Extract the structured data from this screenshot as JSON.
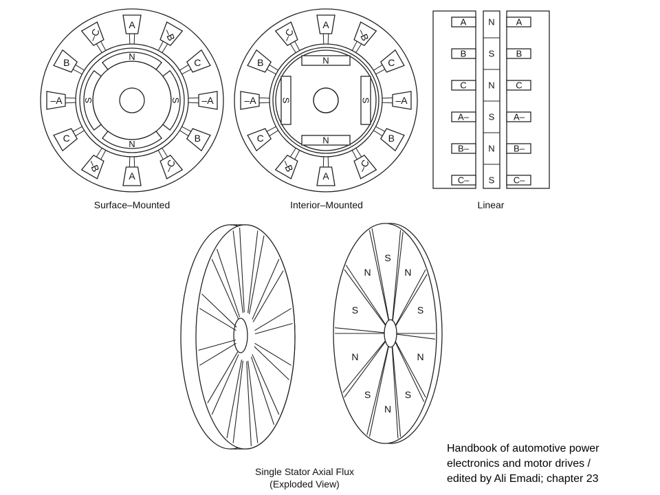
{
  "surface": {
    "label": "Surface–Mounted",
    "slots": [
      "A",
      "–B",
      "C",
      "–A",
      "B",
      "–C",
      "A",
      "–B",
      "C",
      "–A",
      "B",
      "–C"
    ],
    "magnets": [
      "N",
      "S",
      "N",
      "S"
    ]
  },
  "interior": {
    "label": "Interior–Mounted",
    "slots": [
      "A",
      "–B",
      "C",
      "–A",
      "B",
      "–C",
      "A",
      "–B",
      "C",
      "–A",
      "B",
      "–C"
    ],
    "magnets": [
      "N",
      "S",
      "N",
      "S"
    ]
  },
  "linear": {
    "label": "Linear",
    "left": [
      "A",
      "B",
      "C",
      "A–",
      "B–",
      "C–"
    ],
    "center": [
      "N",
      "S",
      "N",
      "S",
      "N",
      "S"
    ],
    "right": [
      "A",
      "B",
      "C",
      "A–",
      "B–",
      "C–"
    ]
  },
  "axial": {
    "label_line1": "Single Stator Axial Flux",
    "label_line2": "(Exploded View)",
    "rotor_poles": [
      "S",
      "N",
      "S",
      "N",
      "S",
      "N",
      "S",
      "N",
      "S",
      "N"
    ]
  },
  "caption": {
    "line1": "Handbook of automotive power",
    "line2": "electronics and motor drives /",
    "line3": "edited by Ali Emadi; chapter 23"
  }
}
